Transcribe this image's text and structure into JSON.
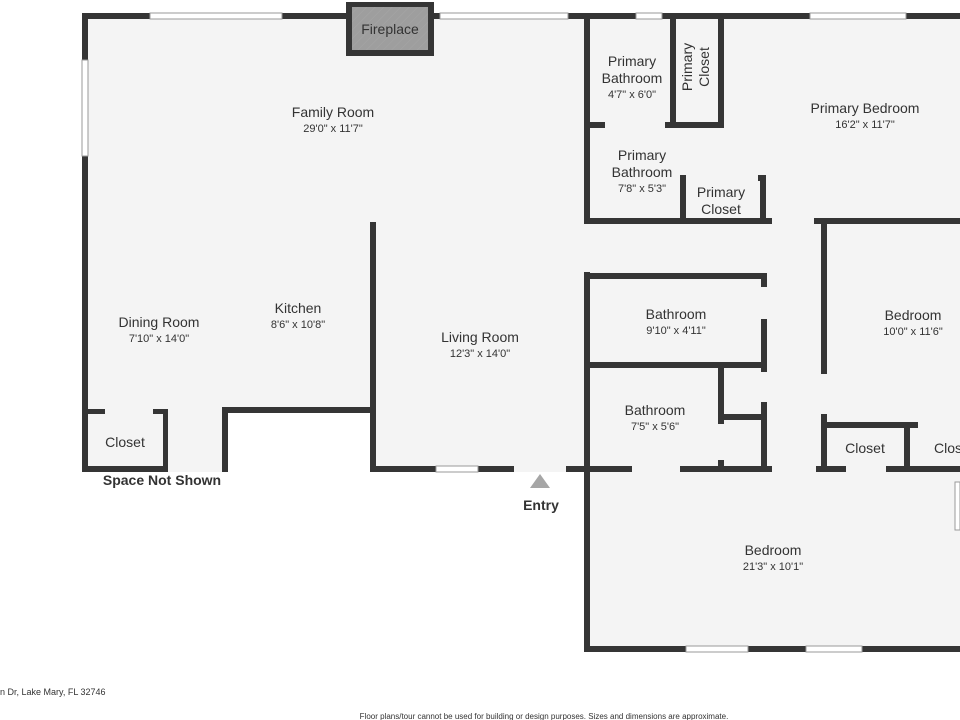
{
  "rooms": {
    "family_room": {
      "name": "Family Room",
      "dim": "29'0\" x 11'7\""
    },
    "dining_room": {
      "name": "Dining Room",
      "dim": "7'10\" x 14'0\""
    },
    "kitchen": {
      "name": "Kitchen",
      "dim": "8'6\" x 10'8\""
    },
    "living_room": {
      "name": "Living Room",
      "dim": "12'3\" x 14'0\""
    },
    "primary_bathroom_1": {
      "name1": "Primary",
      "name2": "Bathroom",
      "dim": "4'7\" x 6'0\""
    },
    "primary_closet_1": {
      "name1": "Primary",
      "name2": "Closet"
    },
    "primary_bedroom": {
      "name": "Primary Bedroom",
      "dim": "16'2\" x 11'7\""
    },
    "primary_bathroom_2": {
      "name1": "Primary",
      "name2": "Bathroom",
      "dim": "7'8\" x 5'3\""
    },
    "primary_closet_2": {
      "name1": "Primary",
      "name2": "Closet"
    },
    "bathroom_1": {
      "name": "Bathroom",
      "dim": "9'10\" x 4'11\""
    },
    "bathroom_2": {
      "name": "Bathroom",
      "dim": "7'5\" x 5'6\""
    },
    "bedroom_1": {
      "name": "Bedroom",
      "dim": "10'0\" x 11'6\""
    },
    "bedroom_2": {
      "name": "Bedroom",
      "dim": "21'3\" x 10'1\""
    },
    "closet_dining": {
      "name": "Closet"
    },
    "closet_bedroom": {
      "name": "Closet"
    },
    "closet_edge": {
      "name": "Clos"
    }
  },
  "fireplace": "Fireplace",
  "space_not_shown": "Space Not Shown",
  "entry": "Entry",
  "footer_address": "n Dr, Lake Mary, FL 32746",
  "footer_disclaimer": "Floor plans/tour cannot be used for building or design purposes. Sizes and dimensions are approximate.",
  "colors": {
    "wall": "#353535",
    "floor": "#f4f4f4",
    "window": "#ffffff",
    "entry_marker": "#a6a6a6"
  }
}
